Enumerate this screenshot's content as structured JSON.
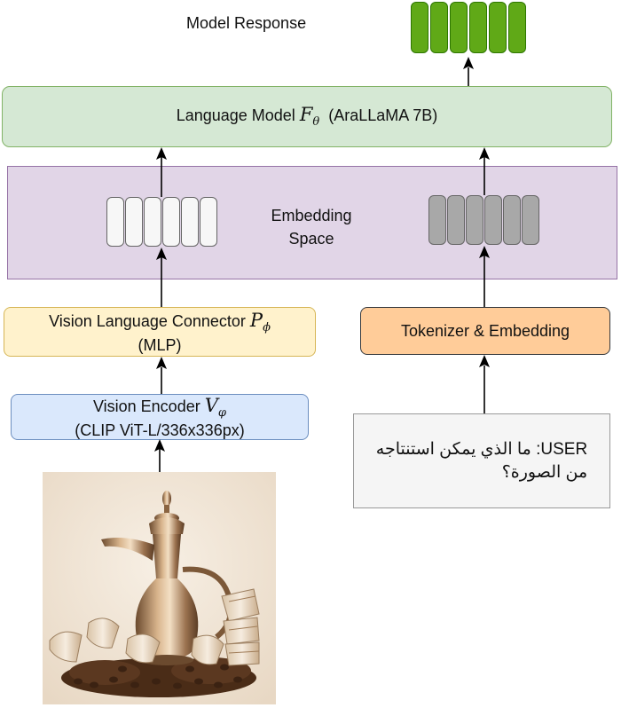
{
  "model_response_label": "Model Response",
  "language_model": {
    "text": "Language Model",
    "var": "F",
    "sub": "θ",
    "suffix": "(AraLLaMA 7B)"
  },
  "embedding_space": {
    "line1": "Embedding",
    "line2": "Space"
  },
  "connector": {
    "text": "Vision Language Connector",
    "var": "P",
    "sub": "ϕ",
    "line2": "(MLP)"
  },
  "tokenizer": {
    "text": "Tokenizer & Embedding"
  },
  "vision_encoder": {
    "text": "Vision Encoder",
    "var": "V",
    "sub": "φ",
    "line2": "(CLIP ViT-L/336x336px)"
  },
  "user_prompt": {
    "line1": "USER: ما الذي يمكن استنتاجه",
    "line2": "من الصورة؟"
  },
  "colors": {
    "language_model_fill": "#d5e8d4",
    "embedding_fill": "#e1d5e7",
    "connector_fill": "#fff2cc",
    "tokenizer_fill": "#ffcc99",
    "encoder_fill": "#dae8fc",
    "response_token_fill": "#60a917",
    "text_token_fill": "#a8a8a8",
    "image_token_fill": "#f7f7f7"
  },
  "image": {
    "subject": "arabic-coffee-pot-and-cups"
  }
}
